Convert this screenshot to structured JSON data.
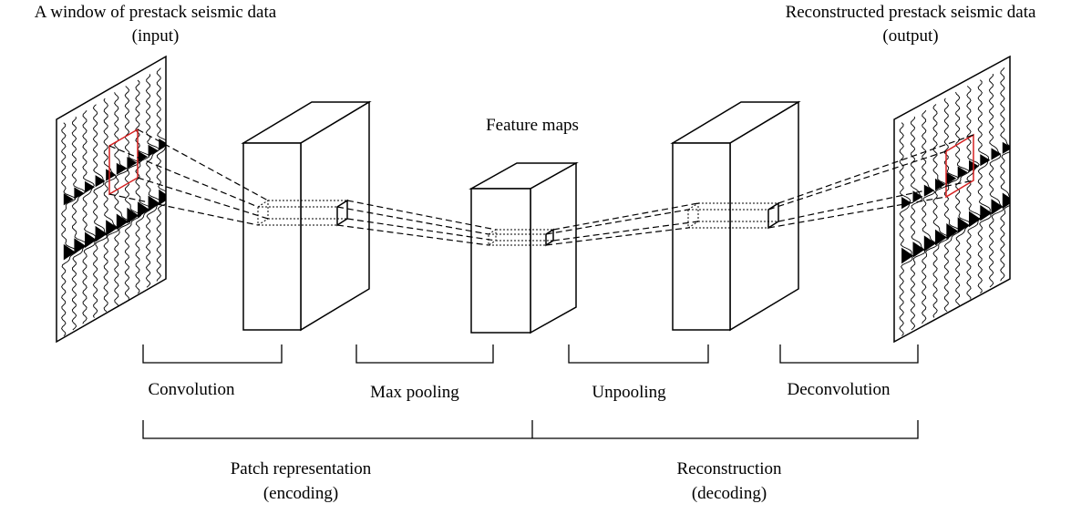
{
  "input": {
    "title": "A window of prestack seismic data",
    "subtitle": "(input)"
  },
  "output": {
    "title": "Reconstructed prestack seismic data",
    "subtitle": "(output)"
  },
  "feature_maps": {
    "label": "Feature maps"
  },
  "stages": {
    "convolution": "Convolution",
    "max_pooling": "Max pooling",
    "unpooling": "Unpooling",
    "deconvolution": "Deconvolution"
  },
  "phases": {
    "encoding": {
      "title": "Patch representation",
      "subtitle": "(encoding)"
    },
    "decoding": {
      "title": "Reconstruction",
      "subtitle": "(decoding)"
    }
  },
  "colors": {
    "line": "#000000",
    "patch_box": "#d62020",
    "background": "#ffffff",
    "block_face": "#ffffff"
  }
}
